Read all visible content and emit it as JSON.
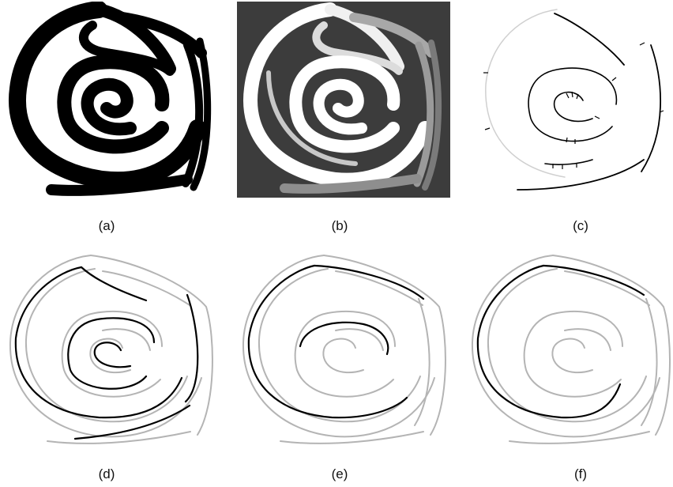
{
  "figure": {
    "panels": [
      {
        "id": "a",
        "label": "(a)"
      },
      {
        "id": "b",
        "label": "(b)"
      },
      {
        "id": "c",
        "label": "(c)"
      },
      {
        "id": "d",
        "label": "(d)"
      },
      {
        "id": "e",
        "label": "(e)"
      },
      {
        "id": "f",
        "label": "(f)"
      }
    ]
  },
  "colors": {
    "ink": "#000000",
    "paper": "#ffffff",
    "segmentation_bg": "#3c3c3c",
    "outline_gray": "#b4b4b4",
    "skeleton_gray": "#bdbdbd",
    "path_black": "#000000"
  }
}
